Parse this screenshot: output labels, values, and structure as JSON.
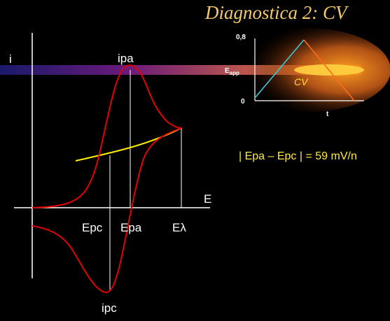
{
  "title": "Diagnostica 2: CV",
  "main_plot": {
    "y_axis_label": "i",
    "x_axis_label": "E",
    "peak_anodic_label": "ipa",
    "peak_cathodic_label": "ipc",
    "tick_labels": [
      "Epc",
      "Epa",
      "Eλ"
    ]
  },
  "inset": {
    "y_tick_top": "0,8",
    "y_tick_bottom": "0",
    "y_axis_label_main": "E",
    "y_axis_label_sub": "app",
    "x_axis_label": "t",
    "curve_label": "CV"
  },
  "equation": "| Epa – Epc | = 59 mV/n",
  "colors": {
    "background": "#000000",
    "title": "#f3c96a",
    "curve": "#e00000",
    "baseline": "#ffee00",
    "axes": "#ffffff",
    "inset_ramp": "#38c8d8",
    "inset_decay": "#ff6a1a",
    "equation": "#ffea3a"
  }
}
